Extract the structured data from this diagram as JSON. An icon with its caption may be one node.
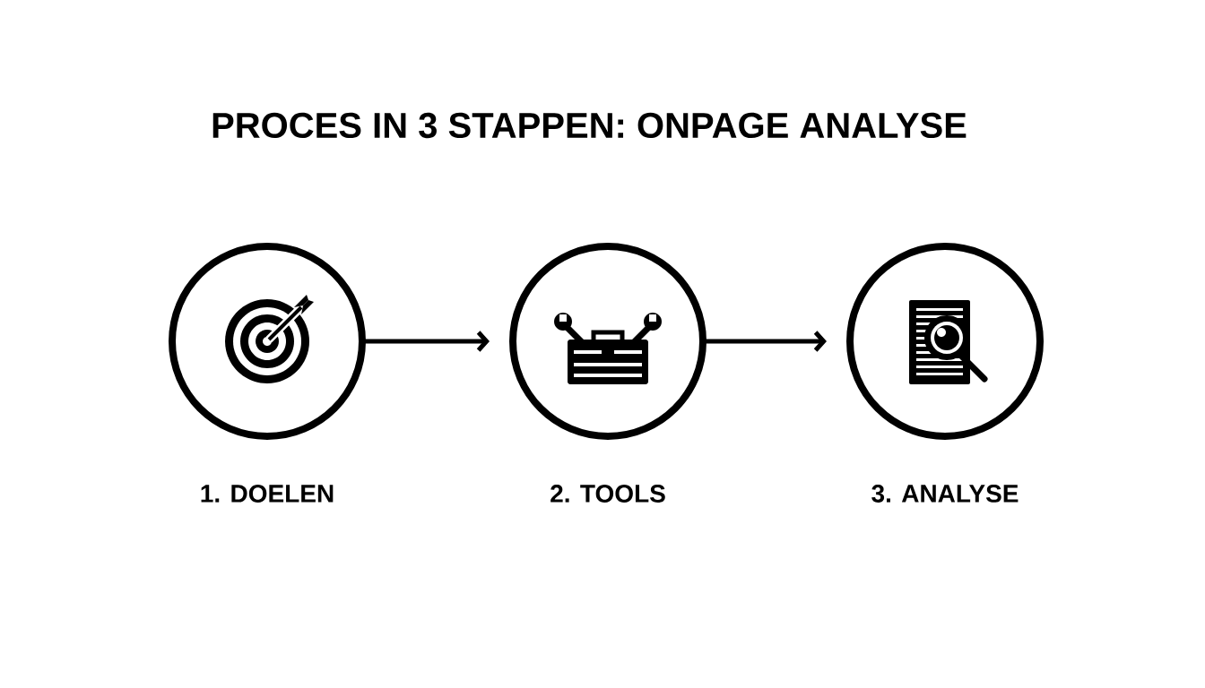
{
  "diagram": {
    "title": "PROCES IN 3 STAPPEN: ONPAGE ANALYSE",
    "nodes": [
      {
        "text": [
          "1. DOELEN"
        ]
      },
      {
        "text": [
          "2. TOOLS"
        ]
      },
      {
        "text": [
          "3. ANALYSE"
        ]
      }
    ],
    "edges": [
      {
        "from": 0,
        "to": 1,
        "arrow": "to"
      },
      {
        "from": 1,
        "to": 2,
        "arrow": "to"
      }
    ]
  }
}
